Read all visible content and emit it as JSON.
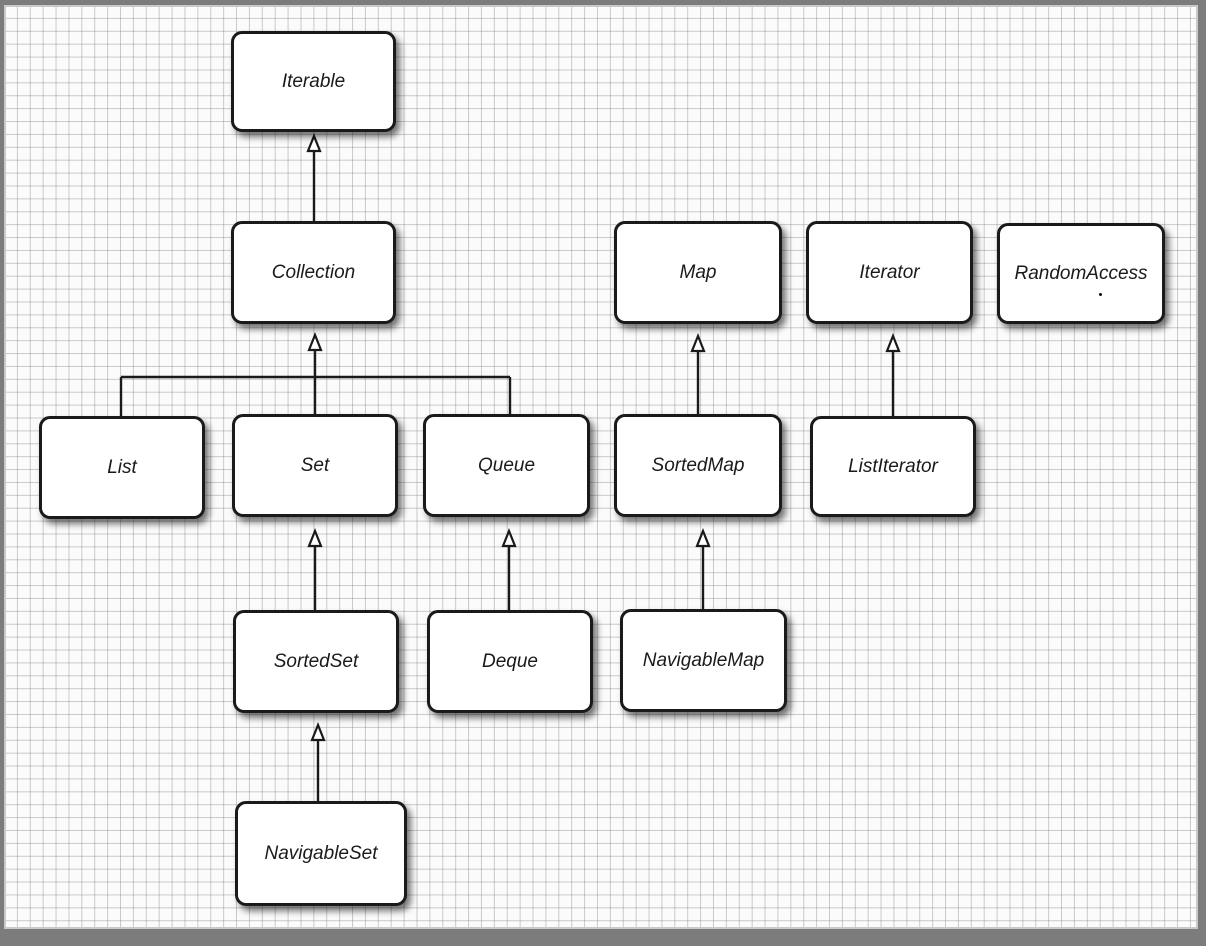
{
  "diagram": {
    "nodes": [
      {
        "id": "iterable",
        "label": "Iterable"
      },
      {
        "id": "collection",
        "label": "Collection"
      },
      {
        "id": "map",
        "label": "Map"
      },
      {
        "id": "iterator",
        "label": "Iterator"
      },
      {
        "id": "random-access",
        "label": "RandomAccess"
      },
      {
        "id": "list",
        "label": "List"
      },
      {
        "id": "set",
        "label": "Set"
      },
      {
        "id": "queue",
        "label": "Queue"
      },
      {
        "id": "sorted-map",
        "label": "SortedMap"
      },
      {
        "id": "list-iterator",
        "label": "ListIterator"
      },
      {
        "id": "sorted-set",
        "label": "SortedSet"
      },
      {
        "id": "deque",
        "label": "Deque"
      },
      {
        "id": "navigable-map",
        "label": "NavigableMap"
      },
      {
        "id": "navigable-set",
        "label": "NavigableSet"
      }
    ],
    "edges": [
      {
        "from": "collection",
        "to": "iterable"
      },
      {
        "from": "list",
        "to": "collection"
      },
      {
        "from": "set",
        "to": "collection"
      },
      {
        "from": "queue",
        "to": "collection"
      },
      {
        "from": "sorted-map",
        "to": "map"
      },
      {
        "from": "list-iterator",
        "to": "iterator"
      },
      {
        "from": "sorted-set",
        "to": "set"
      },
      {
        "from": "deque",
        "to": "queue"
      },
      {
        "from": "navigable-map",
        "to": "sorted-map"
      },
      {
        "from": "navigable-set",
        "to": "sorted-set"
      }
    ]
  }
}
